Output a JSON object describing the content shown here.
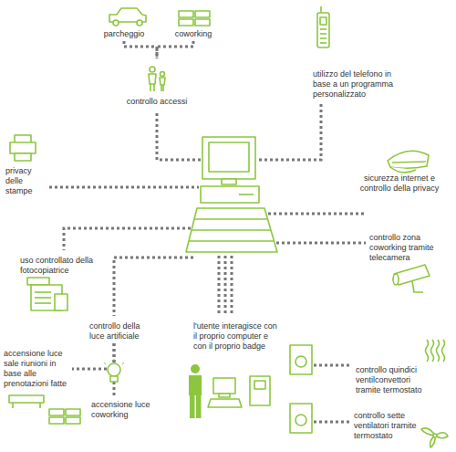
{
  "diagram": {
    "nodes": [
      {
        "text": [
          "parcheggio"
        ]
      },
      {
        "text": [
          "coworking"
        ]
      },
      {
        "text": [
          "utilizzo del telefono in base a un programma personalizzato"
        ]
      },
      {
        "text": [
          "controllo accessi"
        ]
      },
      {
        "text": [
          "privacy delle stampe"
        ]
      },
      {
        "text": [
          "sicurezza internet e controllo della privacy"
        ]
      },
      {
        "text": [
          "uso controllato della fotocopiatrice"
        ]
      },
      {
        "text": [
          "controllo zona coworking tramite telecamera"
        ]
      },
      {
        "text": [
          "controllo della luce artificiale"
        ]
      },
      {
        "text": [
          "accensione luce sale riunioni in base alle prenotazioni fatte"
        ]
      },
      {
        "text": [
          "l'utente interagisce con il proprio computer e con il proprio badge"
        ]
      },
      {
        "text": [
          "controllo quindici ventilconvettori tramite termostato"
        ]
      },
      {
        "text": [
          "controllo sette ventilatori tramite termostato"
        ]
      },
      {
        "text": [
          "accensione luce coworking"
        ]
      }
    ],
    "edges": [
      {
        "from": 0,
        "to": 3,
        "arrow": "none"
      },
      {
        "from": 1,
        "to": 3,
        "arrow": "none"
      },
      {
        "from": 8,
        "to": 9,
        "arrow": "none"
      },
      {
        "from": 8,
        "to": 13,
        "arrow": "none"
      }
    ]
  }
}
